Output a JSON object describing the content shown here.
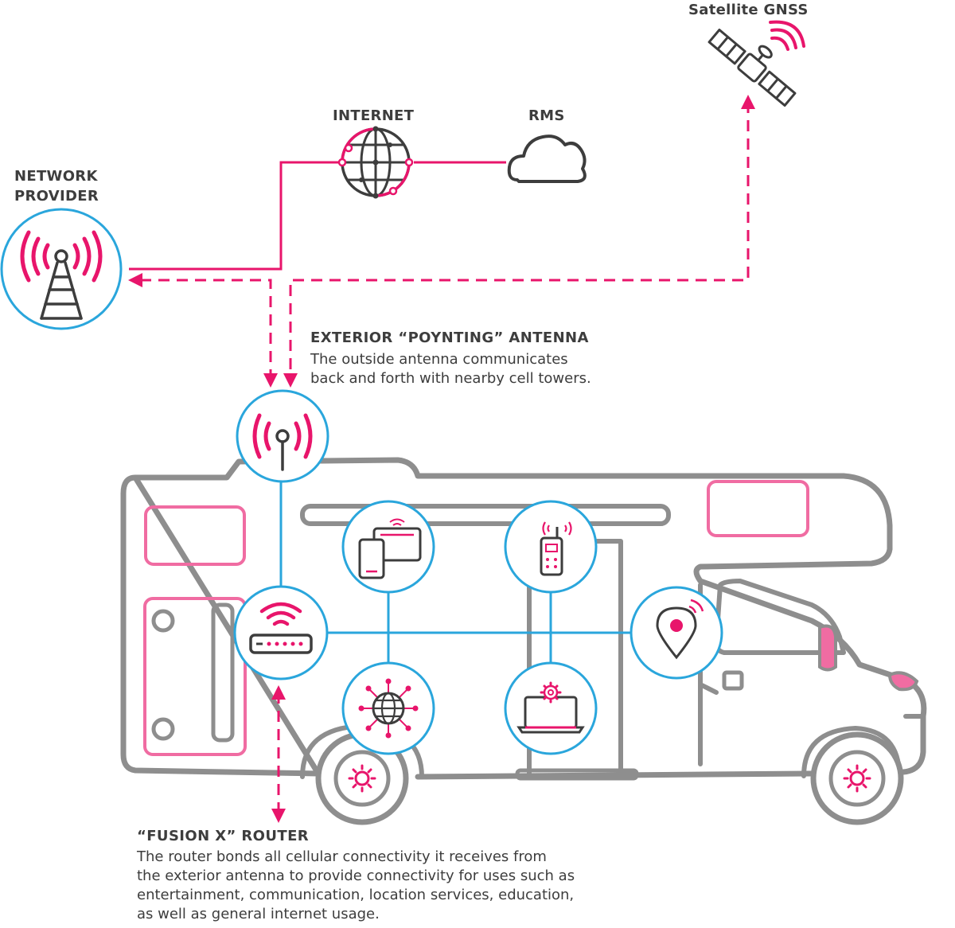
{
  "colors": {
    "pink": "#e8156b",
    "blue": "#2aa6dc",
    "gray": "#8e8e8e",
    "dark": "#3d3d3d",
    "lightpink": "#f06ca2"
  },
  "labels": {
    "satellite": "Satellite GNSS",
    "internet": "INTERNET",
    "rms": "RMS",
    "network_provider_line1": "NETWORK",
    "network_provider_line2": "PROVIDER"
  },
  "antenna": {
    "title": "EXTERIOR “POYNTING” ANTENNA",
    "desc_line1": "The outside antenna communicates",
    "desc_line2": "back and forth with nearby cell towers."
  },
  "router": {
    "title": "“FUSION X” ROUTER",
    "desc_line1": "The router bonds all cellular connectivity it receives from",
    "desc_line2": "the exterior antenna to provide connectivity for uses such as",
    "desc_line3": "entertainment, communication, location services, education,",
    "desc_line4": "as well as general internet usage."
  },
  "icons": [
    "satellite-icon",
    "globe-icon",
    "cloud-icon",
    "cell-tower-icon",
    "antenna-icon",
    "router-icon",
    "devices-icon",
    "walkie-talkie-icon",
    "location-pin-icon",
    "network-globe-icon",
    "laptop-gear-icon",
    "motorhome-icon"
  ]
}
